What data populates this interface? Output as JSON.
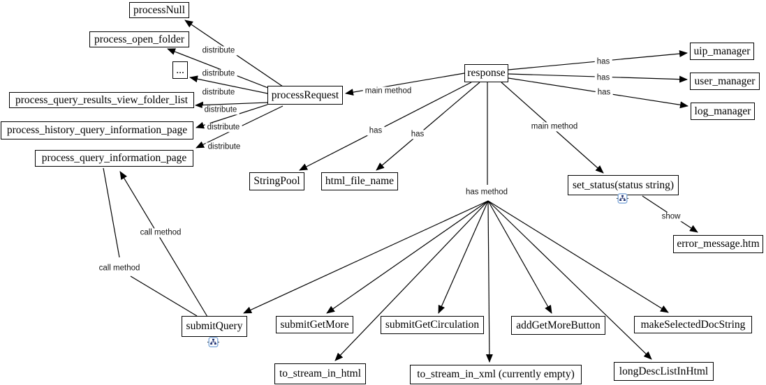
{
  "diagram": {
    "nodes": {
      "processNull": "processNull",
      "process_open_folder": "process_open_folder",
      "ellipsis": "...",
      "process_query_results_view_folder_list": "process_query_results_view_folder_list",
      "process_history_query_information_page": "process_history_query_information_page",
      "process_query_information_page": "process_query_information_page",
      "processRequest": "processRequest",
      "response": "response",
      "uip_manager": "uip_manager",
      "user_manager": "user_manager",
      "log_manager": "log_manager",
      "StringPool": "StringPool",
      "html_file_name": "html_file_name",
      "set_status": "set_status(status string)",
      "error_message_htm": "error_message.htm",
      "submitQuery": "submitQuery",
      "submitGetMore": "submitGetMore",
      "submitGetCirculation": "submitGetCirculation",
      "addGetMoreButton": "addGetMoreButton",
      "makeSelectedDocString": "makeSelectedDocString",
      "to_stream_in_html": "to_stream_in_html",
      "to_stream_in_xml": "to_stream_in_xml (currently empty)",
      "longDescListInHtml": "longDescListInHtml"
    },
    "edge_labels": {
      "distribute": "distribute",
      "main_method": "main method",
      "has": "has",
      "has_method": "has method",
      "call_method": "call method",
      "show": "show"
    },
    "edges": [
      {
        "from": "processRequest",
        "to": "processNull",
        "label": "distribute"
      },
      {
        "from": "processRequest",
        "to": "process_open_folder",
        "label": "distribute"
      },
      {
        "from": "processRequest",
        "to": "...",
        "label": "distribute"
      },
      {
        "from": "processRequest",
        "to": "process_query_results_view_folder_list",
        "label": "distribute"
      },
      {
        "from": "processRequest",
        "to": "process_history_query_information_page",
        "label": "distribute"
      },
      {
        "from": "processRequest",
        "to": "process_query_information_page",
        "label": "distribute"
      },
      {
        "from": "response",
        "to": "processRequest",
        "label": "main method"
      },
      {
        "from": "response",
        "to": "StringPool",
        "label": "has"
      },
      {
        "from": "response",
        "to": "html_file_name",
        "label": "has"
      },
      {
        "from": "response",
        "to": "uip_manager",
        "label": "has"
      },
      {
        "from": "response",
        "to": "user_manager",
        "label": "has"
      },
      {
        "from": "response",
        "to": "log_manager",
        "label": "has"
      },
      {
        "from": "response",
        "to": "set_status(status string)",
        "label": "main method"
      },
      {
        "from": "response",
        "to": "submitQuery",
        "label": "has method"
      },
      {
        "from": "response",
        "to": "submitGetMore",
        "label": "has method"
      },
      {
        "from": "response",
        "to": "submitGetCirculation",
        "label": "has method"
      },
      {
        "from": "response",
        "to": "to_stream_in_html",
        "label": "has method"
      },
      {
        "from": "response",
        "to": "to_stream_in_xml (currently empty)",
        "label": "has method"
      },
      {
        "from": "response",
        "to": "addGetMoreButton",
        "label": "has method"
      },
      {
        "from": "response",
        "to": "longDescListInHtml",
        "label": "has method"
      },
      {
        "from": "response",
        "to": "makeSelectedDocString",
        "label": "has method"
      },
      {
        "from": "set_status(status string)",
        "to": "error_message.htm",
        "label": "show"
      },
      {
        "from": "submitQuery",
        "to": "process_query_information_page",
        "label": "call method"
      },
      {
        "from": "submitQuery",
        "to": "process_query_information_page",
        "label": "call method"
      }
    ],
    "icons": [
      {
        "name": "hierarchy-diagram-icon",
        "attached_to": "set_status(status string)"
      },
      {
        "name": "hierarchy-diagram-icon",
        "attached_to": "submitQuery"
      }
    ],
    "colors": {
      "line": "#000000",
      "box_border": "#000000",
      "background": "#ffffff",
      "icon_border": "#7fa8d9",
      "icon_glyph": "#1f3070"
    }
  }
}
